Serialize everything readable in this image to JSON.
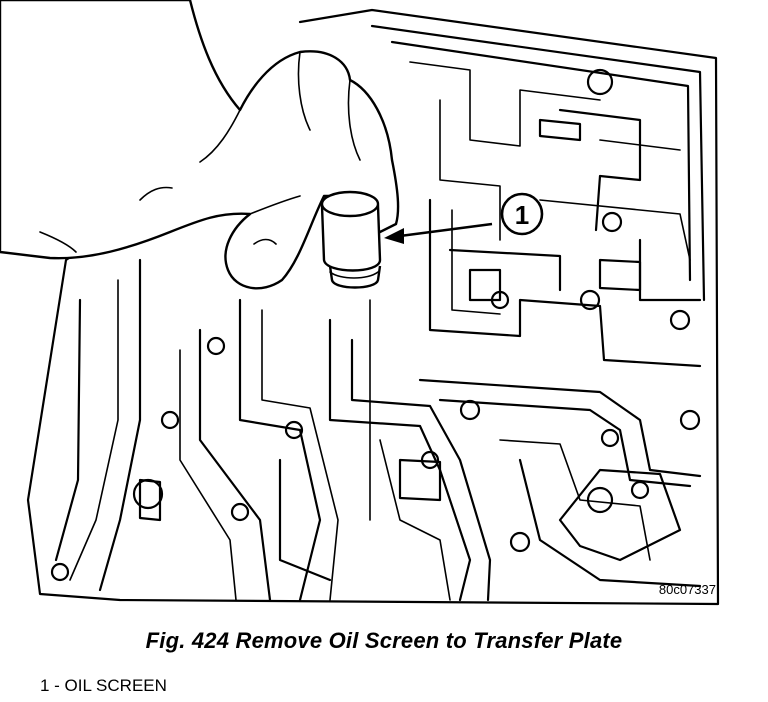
{
  "figure": {
    "callout_number": "1",
    "reference_code": "80c07337"
  },
  "caption": "Fig. 424 Remove Oil Screen to Transfer Plate",
  "legend": [
    {
      "number": "1",
      "text": "1 - OIL SCREEN"
    }
  ]
}
